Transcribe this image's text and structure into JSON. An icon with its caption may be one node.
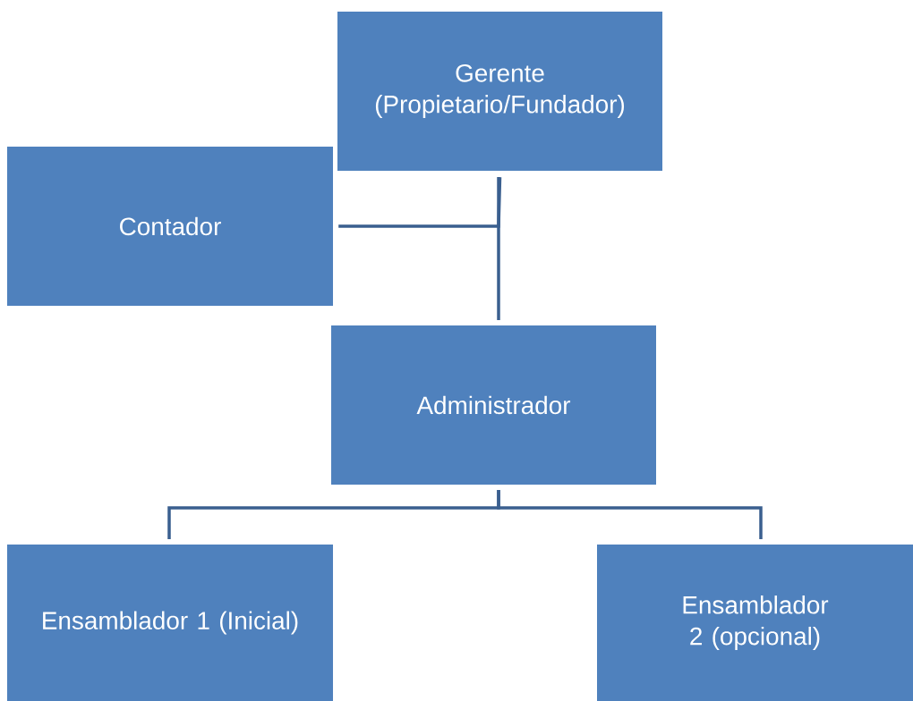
{
  "diagram": {
    "nodes": [
      {
        "text": [
          "Gerente (Propietario/Fundador)"
        ]
      },
      {
        "text": [
          "Contador"
        ]
      },
      {
        "text": [
          "Administrador"
        ]
      },
      {
        "text": [
          "Ensamblador 1 (Inicial)"
        ]
      },
      {
        "text": [
          "Ensamblador 2 (opcional)"
        ]
      }
    ],
    "edges": [
      {
        "from": 0,
        "to": 2,
        "arrow": "none"
      },
      {
        "from": 1,
        "to": 0,
        "arrow": "none"
      },
      {
        "from": 2,
        "to": 3,
        "arrow": "none"
      },
      {
        "from": 2,
        "to": 4,
        "arrow": "none"
      }
    ]
  }
}
